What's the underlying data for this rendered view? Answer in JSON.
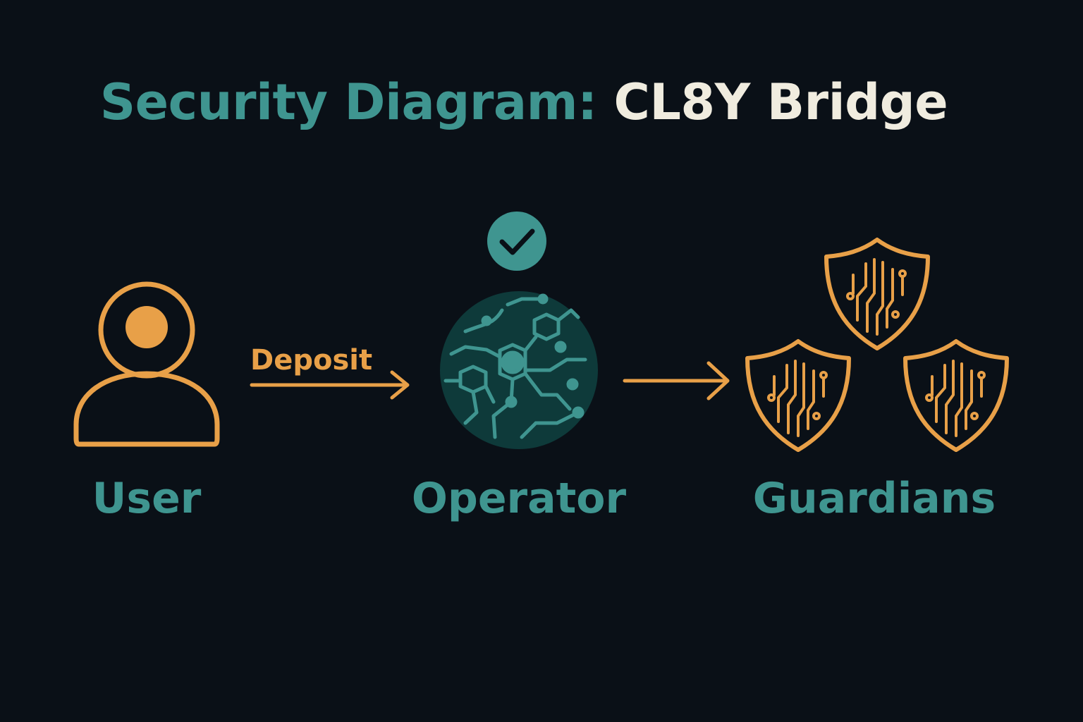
{
  "title": {
    "prefix": "Security Diagram:",
    "name": "CL8Y Bridge"
  },
  "nodes": {
    "user": {
      "label": "User",
      "icon": "user-icon"
    },
    "operator": {
      "label": "Operator",
      "icon": "globe-circuit-icon",
      "badge": "checkmark-icon"
    },
    "guardians": {
      "label": "Guardians",
      "icon": "circuit-shield-icon",
      "count": 3
    }
  },
  "edges": [
    {
      "from": "User",
      "to": "Operator",
      "label": "Deposit"
    },
    {
      "from": "Operator",
      "to": "Guardians",
      "label": ""
    }
  ],
  "colors": {
    "background": "#0a1017",
    "teal": "#3f9590",
    "orange": "#e8a048",
    "cream": "#f0ecdf"
  }
}
